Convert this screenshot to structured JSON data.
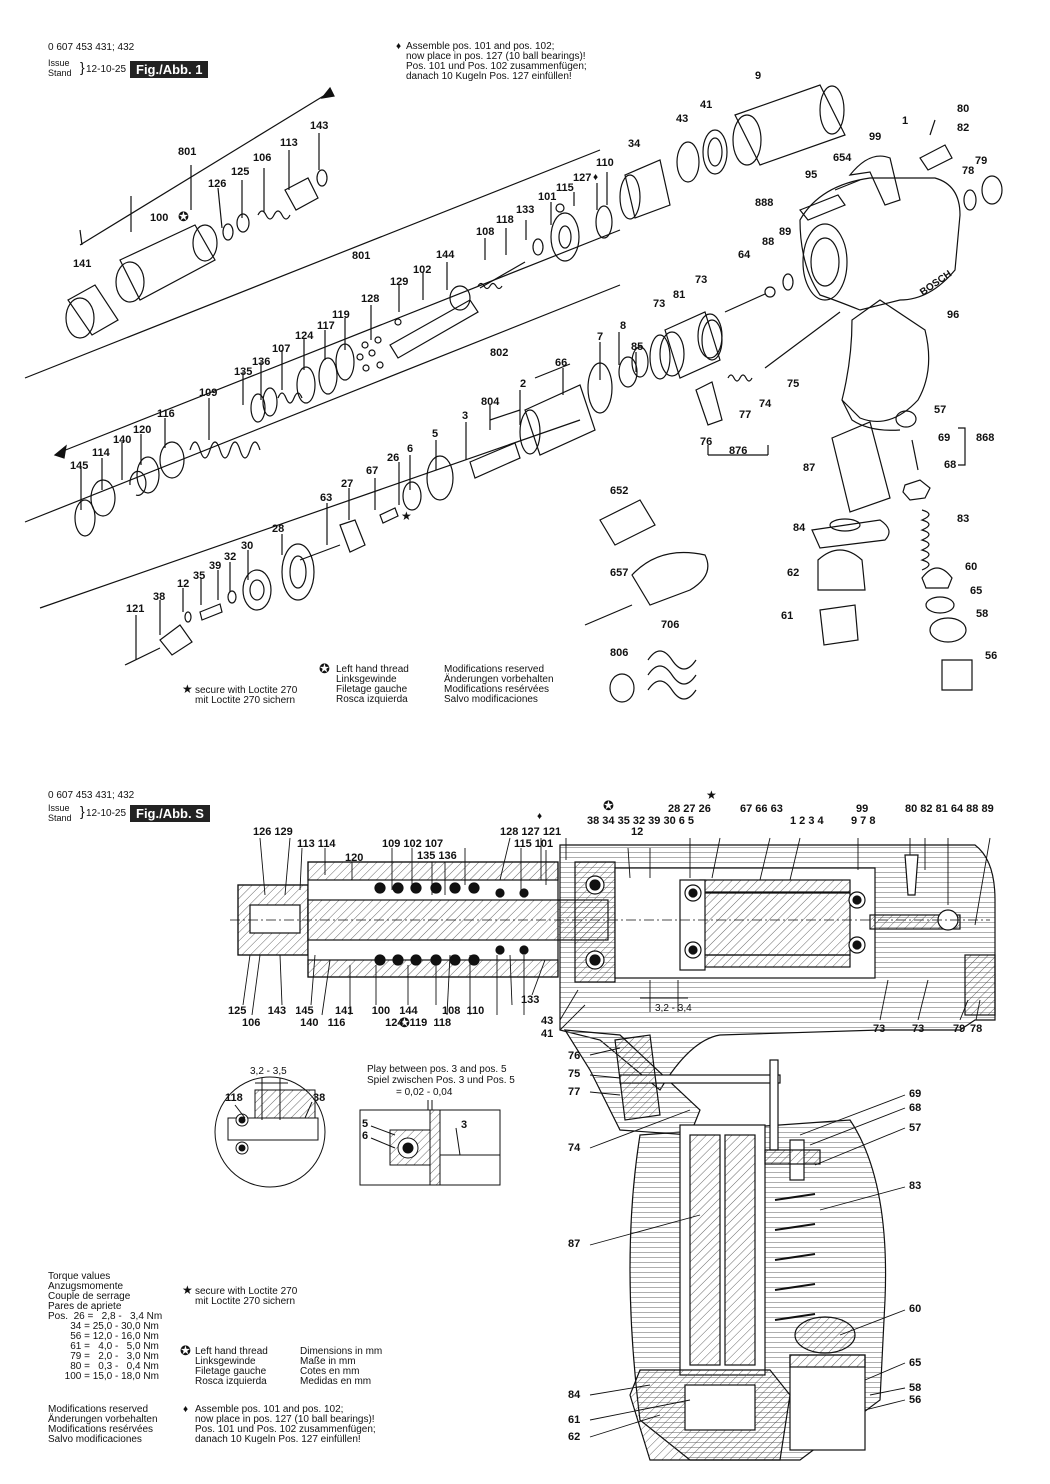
{
  "sheet1": {
    "part_number": "0 607 453 431; 432",
    "issue_label": "Issue",
    "stand_label": "Stand",
    "date": "12-10-25",
    "fig_label": "Fig./Abb. 1",
    "assembly_note": [
      "Assemble pos. 101 and pos. 102;",
      "now place in pos. 127 (10 ball bearings)!",
      "Pos. 101 und Pos. 102 zusammenfügen;",
      "danach 10 Kugeln Pos. 127 einfüllen!"
    ],
    "left_hand_thread": [
      "Left hand thread",
      "Linksgewinde",
      "Filetage gauche",
      "Rosca izquierda"
    ],
    "modifications": [
      "Modifications reserved",
      "Änderungen vorbehalten",
      "Modifications resérvées",
      "Salvo modificaciones"
    ],
    "loctite": [
      "secure with Loctite 270",
      "mit Loctite 270 sichern"
    ],
    "brand": "BOSCH",
    "labels": [
      {
        "id": "9",
        "t": "9"
      },
      {
        "id": "41",
        "t": "41"
      },
      {
        "id": "43",
        "t": "43"
      },
      {
        "id": "143",
        "t": "143"
      },
      {
        "id": "801a",
        "t": "801"
      },
      {
        "id": "113",
        "t": "113"
      },
      {
        "id": "106",
        "t": "106"
      },
      {
        "id": "125",
        "t": "125"
      },
      {
        "id": "126",
        "t": "126"
      },
      {
        "id": "100",
        "t": "100"
      },
      {
        "id": "141",
        "t": "141"
      },
      {
        "id": "34",
        "t": "34"
      },
      {
        "id": "110",
        "t": "110"
      },
      {
        "id": "127",
        "t": "127"
      },
      {
        "id": "115",
        "t": "115"
      },
      {
        "id": "101",
        "t": "101"
      },
      {
        "id": "133",
        "t": "133"
      },
      {
        "id": "118",
        "t": "118"
      },
      {
        "id": "108",
        "t": "108"
      },
      {
        "id": "144",
        "t": "144"
      },
      {
        "id": "102",
        "t": "102"
      },
      {
        "id": "129",
        "t": "129"
      },
      {
        "id": "801b",
        "t": "801"
      },
      {
        "id": "128",
        "t": "128"
      },
      {
        "id": "119",
        "t": "119"
      },
      {
        "id": "117",
        "t": "117"
      },
      {
        "id": "124",
        "t": "124"
      },
      {
        "id": "107",
        "t": "107"
      },
      {
        "id": "136",
        "t": "136"
      },
      {
        "id": "135",
        "t": "135"
      },
      {
        "id": "109",
        "t": "109"
      },
      {
        "id": "116",
        "t": "116"
      },
      {
        "id": "120",
        "t": "120"
      },
      {
        "id": "140",
        "t": "140"
      },
      {
        "id": "114",
        "t": "114"
      },
      {
        "id": "145",
        "t": "145"
      },
      {
        "id": "80",
        "t": "80"
      },
      {
        "id": "82",
        "t": "82"
      },
      {
        "id": "1",
        "t": "1"
      },
      {
        "id": "99",
        "t": "99"
      },
      {
        "id": "654",
        "t": "654"
      },
      {
        "id": "95",
        "t": "95"
      },
      {
        "id": "79",
        "t": "79"
      },
      {
        "id": "78",
        "t": "78"
      },
      {
        "id": "888",
        "t": "888"
      },
      {
        "id": "88",
        "t": "88"
      },
      {
        "id": "89",
        "t": "89"
      },
      {
        "id": "64",
        "t": "64"
      },
      {
        "id": "73a",
        "t": "73"
      },
      {
        "id": "73b",
        "t": "73"
      },
      {
        "id": "81",
        "t": "81"
      },
      {
        "id": "96",
        "t": "96"
      },
      {
        "id": "8",
        "t": "8"
      },
      {
        "id": "7",
        "t": "7"
      },
      {
        "id": "85",
        "t": "85"
      },
      {
        "id": "802",
        "t": "802"
      },
      {
        "id": "66",
        "t": "66"
      },
      {
        "id": "2",
        "t": "2"
      },
      {
        "id": "804",
        "t": "804"
      },
      {
        "id": "3",
        "t": "3"
      },
      {
        "id": "5",
        "t": "5"
      },
      {
        "id": "6",
        "t": "6"
      },
      {
        "id": "75",
        "t": "75"
      },
      {
        "id": "74",
        "t": "74"
      },
      {
        "id": "77",
        "t": "77"
      },
      {
        "id": "76",
        "t": "76"
      },
      {
        "id": "876",
        "t": "876"
      },
      {
        "id": "57",
        "t": "57"
      },
      {
        "id": "69",
        "t": "69"
      },
      {
        "id": "868",
        "t": "868"
      },
      {
        "id": "68",
        "t": "68"
      },
      {
        "id": "87",
        "t": "87"
      },
      {
        "id": "26",
        "t": "26"
      },
      {
        "id": "67",
        "t": "67"
      },
      {
        "id": "27",
        "t": "27"
      },
      {
        "id": "63",
        "t": "63"
      },
      {
        "id": "28",
        "t": "28"
      },
      {
        "id": "30",
        "t": "30"
      },
      {
        "id": "32",
        "t": "32"
      },
      {
        "id": "39",
        "t": "39"
      },
      {
        "id": "35",
        "t": "35"
      },
      {
        "id": "12",
        "t": "12"
      },
      {
        "id": "38",
        "t": "38"
      },
      {
        "id": "121",
        "t": "121"
      },
      {
        "id": "652",
        "t": "652"
      },
      {
        "id": "657",
        "t": "657"
      },
      {
        "id": "706",
        "t": "706"
      },
      {
        "id": "806",
        "t": "806"
      },
      {
        "id": "84",
        "t": "84"
      },
      {
        "id": "62",
        "t": "62"
      },
      {
        "id": "61",
        "t": "61"
      },
      {
        "id": "83",
        "t": "83"
      },
      {
        "id": "60",
        "t": "60"
      },
      {
        "id": "65",
        "t": "65"
      },
      {
        "id": "58",
        "t": "58"
      },
      {
        "id": "56",
        "t": "56"
      }
    ]
  },
  "sheet2": {
    "part_number": "0 607 453 431; 432",
    "issue_label": "Issue",
    "stand_label": "Stand",
    "date": "12-10-25",
    "fig_label": "Fig./Abb. S",
    "top_labels": "38 34  35  32 39  30  6  5",
    "top_labels_2": "28  27 26",
    "top_labels_3": "67 66 63",
    "top_labels_4": "1  2  3  4",
    "top_labels_5": "99",
    "top_labels_6": "9  7  8",
    "top_labels_7": "80 82 81 64 88 89",
    "top_labels_8": "128  127  121",
    "top_labels_9": "115  101",
    "top_labels_10": "12",
    "top_labels_11": "109 102        107",
    "top_labels_12": "135 136",
    "top_labels_13": "126   129",
    "top_labels_14": "113 114",
    "top_labels_15": "120",
    "bottom_labels": "125       143   145       141      100   144        108  110",
    "bottom_labels_2": "106             140   116             124  119  118",
    "label_133": "133",
    "label_43": "43",
    "label_41": "41",
    "label_73a": "73",
    "label_73b": "73",
    "label_79": "79",
    "label_78": "78",
    "gap_dim": "3,2 - 3,4",
    "detail_dim": "3,2 - 3,5",
    "detail_118": "118",
    "detail_38": "38",
    "play_note": [
      "Play between pos. 3 and pos. 5",
      "Spiel zwischen Pos. 3 und Pos. 5",
      "= 0,02 - 0,04"
    ],
    "detail_5": "5",
    "detail_6": "6",
    "detail_3": "3",
    "torque_title": [
      "Torque values",
      "Anzugsmomente",
      "Couple de serrage",
      "Pares de apriete"
    ],
    "torque_rows": [
      "Pos.  26 =   2,8 -   3,4 Nm",
      "        34 = 25,0 - 30,0 Nm",
      "        56 = 12,0 - 16,0 Nm",
      "        61 =   4,0 -   5,0 Nm",
      "        79 =   2,0 -   3,0 Nm",
      "        80 =   0,3 -   0,4 Nm",
      "      100 = 15,0 - 18,0 Nm"
    ],
    "loctite": [
      "secure with Loctite 270",
      "mit Loctite 270 sichern"
    ],
    "left_hand_thread": [
      "Left hand thread",
      "Linksgewinde",
      "Filetage gauche",
      "Rosca izquierda"
    ],
    "dimensions": [
      "Dimensions in mm",
      "Maße in mm",
      "Cotes en mm",
      "Medidas en mm"
    ],
    "modifications": [
      "Modifications reserved",
      "Änderungen vorbehalten",
      "Modifications resérvées",
      "Salvo modificaciones"
    ],
    "assembly_note": [
      "Assemble pos. 101 and pos. 102;",
      "now place in pos. 127 (10 ball bearings)!",
      "Pos. 101 und Pos. 102 zusammenfügen;",
      "danach 10 Kugeln Pos. 127 einfüllen!"
    ],
    "side_labels": [
      {
        "id": "76",
        "t": "76"
      },
      {
        "id": "75",
        "t": "75"
      },
      {
        "id": "77",
        "t": "77"
      },
      {
        "id": "74",
        "t": "74"
      },
      {
        "id": "69",
        "t": "69"
      },
      {
        "id": "68",
        "t": "68"
      },
      {
        "id": "57",
        "t": "57"
      },
      {
        "id": "83",
        "t": "83"
      },
      {
        "id": "87",
        "t": "87"
      },
      {
        "id": "60",
        "t": "60"
      },
      {
        "id": "65",
        "t": "65"
      },
      {
        "id": "58",
        "t": "58"
      },
      {
        "id": "56",
        "t": "56"
      },
      {
        "id": "84",
        "t": "84"
      },
      {
        "id": "61",
        "t": "61"
      },
      {
        "id": "62",
        "t": "62"
      }
    ]
  },
  "colors": {
    "ink": "#111111",
    "hatch": "#555555",
    "badge": "#222222"
  }
}
